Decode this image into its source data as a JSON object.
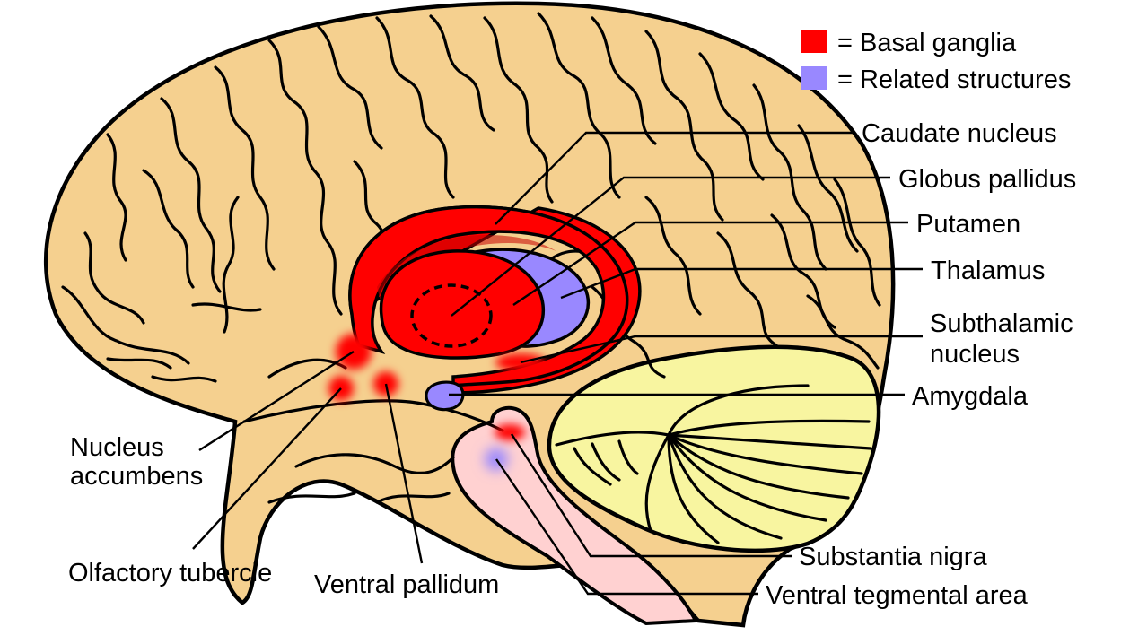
{
  "legend": {
    "items": [
      {
        "label": "= Basal ganglia",
        "color": "#ff0000"
      },
      {
        "label": "= Related structures",
        "color": "#9988ff"
      }
    ]
  },
  "labels": {
    "caudate_nucleus": "Caudate nucleus",
    "globus_pallidus": "Globus pallidus",
    "putamen": "Putamen",
    "thalamus": "Thalamus",
    "subthalamic_line1": "Subthalamic",
    "subthalamic_line2": "nucleus",
    "amygdala": "Amygdala",
    "substantia_nigra": "Substantia nigra",
    "ventral_tegmental_area": "Ventral tegmental area",
    "nucleus_accumbens_line1": "Nucleus",
    "nucleus_accumbens_line2": "accumbens",
    "olfactory_tubercle": "Olfactory tubercle",
    "ventral_pallidum": "Ventral pallidum"
  },
  "colors": {
    "cortex": "#f5d08f",
    "cerebellum": "#f8f5a0",
    "brainstem": "#ffd1d1",
    "basal_ganglia": "#ff0000",
    "related": "#9988ff",
    "outline": "#000000"
  }
}
